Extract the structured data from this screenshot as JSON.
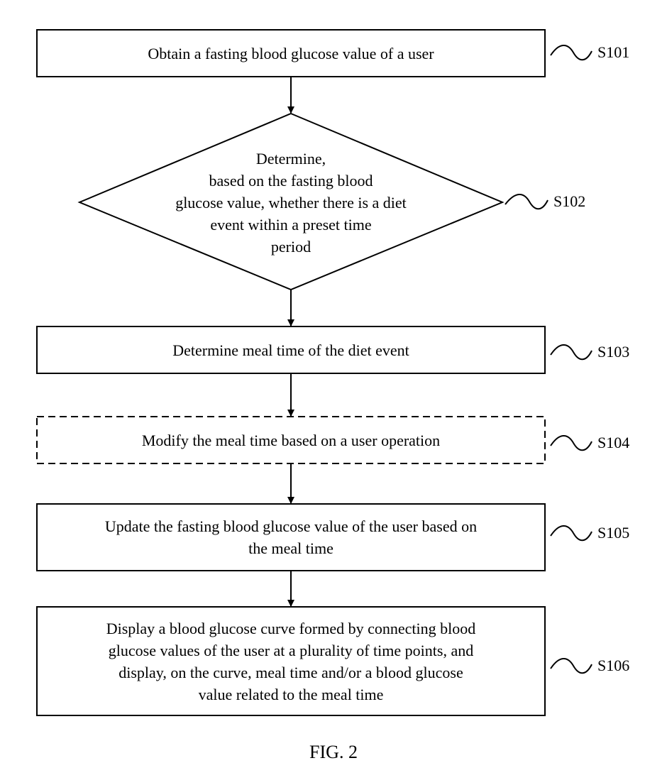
{
  "steps": {
    "s101": {
      "id": "S101",
      "text": "Obtain a fasting blood glucose value of a user"
    },
    "s102": {
      "id": "S102",
      "lines": [
        "Determine,",
        "based on the fasting blood",
        "glucose value, whether there is a diet",
        "event within a preset time",
        "period"
      ]
    },
    "s103": {
      "id": "S103",
      "text": "Determine meal time of the diet event"
    },
    "s104": {
      "id": "S104",
      "text": "Modify the meal time based on a user operation"
    },
    "s105": {
      "id": "S105",
      "lines": [
        "Update the fasting blood glucose value of the user based on",
        "the meal time"
      ]
    },
    "s106": {
      "id": "S106",
      "lines": [
        "Display a blood glucose curve formed by connecting blood",
        "glucose values of the user at a plurality of time points, and",
        "display, on the curve, meal time and/or a blood glucose",
        "value related to the meal time"
      ]
    }
  },
  "figure_label": "FIG. 2",
  "colors": {
    "stroke": "#000000",
    "background": "#ffffff"
  }
}
